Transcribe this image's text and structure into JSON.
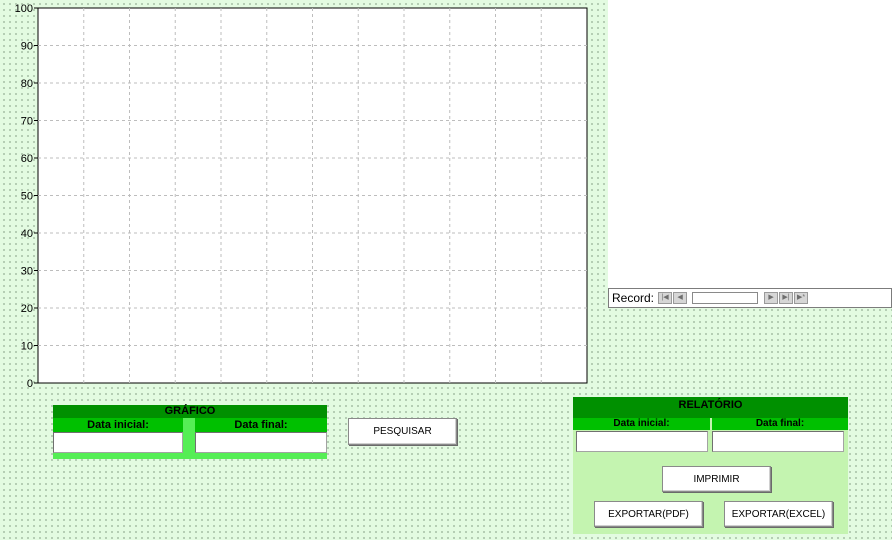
{
  "chart_data": {
    "type": "line",
    "y_ticks": [
      "100",
      "90",
      "80",
      "70",
      "60",
      "50",
      "40",
      "30",
      "20",
      "10",
      "0"
    ],
    "ylim": [
      0,
      100
    ],
    "grid": true,
    "series": [],
    "x_gridlines": 12
  },
  "record_nav": {
    "label": "Record:",
    "first_icon": "first-record-icon",
    "prev_icon": "previous-record-icon",
    "next_icon": "next-record-icon",
    "last_icon": "last-record-icon",
    "new_icon": "new-record-icon",
    "value": ""
  },
  "grafico": {
    "title": "GRÁFICO",
    "start_label": "Data inicial:",
    "end_label": "Data final:",
    "start_value": "",
    "end_value": ""
  },
  "search_button": "PESQUISAR",
  "relatorio": {
    "title": "RELATÓRIO",
    "start_label": "Data inicial:",
    "end_label": "Data final:",
    "start_value": "",
    "end_value": "",
    "print_button": "IMPRIMIR",
    "export_pdf_button": "EXPORTAR(PDF)",
    "export_excel_button": "EXPORTAR(EXCEL)"
  },
  "colors": {
    "header_dark_green": "#009000",
    "subheader_green": "#00c000",
    "panel_light_green": "#c4f4b0",
    "grid_background": "#e3fbe1"
  }
}
